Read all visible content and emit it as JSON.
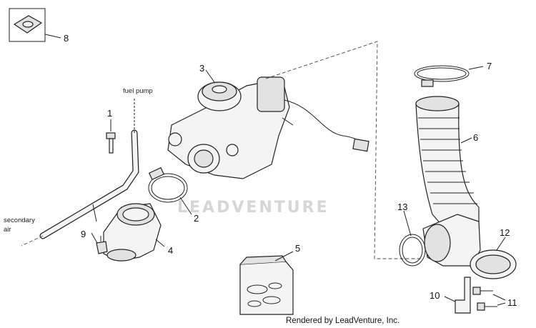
{
  "callouts": [
    "1",
    "2",
    "3",
    "4",
    "5",
    "6",
    "7",
    "8",
    "9",
    "10",
    "11",
    "12",
    "13"
  ],
  "notes": {
    "fuel_pump": "fuel pump",
    "secondary_line1": "secondary",
    "secondary_line2": "air"
  },
  "watermark": "LEADVENTURE",
  "footer": "Rendered by LeadVenture, Inc."
}
